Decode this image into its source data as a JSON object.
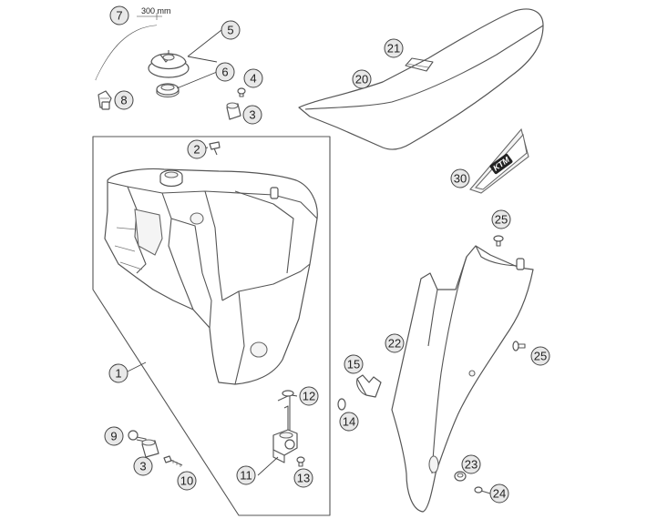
{
  "diagram": {
    "hose_length_label": "300 mm",
    "decal_text": "KTM"
  },
  "callouts": [
    {
      "id": "c7",
      "label": "7"
    },
    {
      "id": "c5",
      "label": "5"
    },
    {
      "id": "c6",
      "label": "6"
    },
    {
      "id": "c4",
      "label": "4"
    },
    {
      "id": "c3a",
      "label": "3"
    },
    {
      "id": "c8",
      "label": "8"
    },
    {
      "id": "c2",
      "label": "2"
    },
    {
      "id": "c1",
      "label": "1"
    },
    {
      "id": "c9",
      "label": "9"
    },
    {
      "id": "c3b",
      "label": "3"
    },
    {
      "id": "c10",
      "label": "10"
    },
    {
      "id": "c12",
      "label": "12"
    },
    {
      "id": "c11",
      "label": "11"
    },
    {
      "id": "c13",
      "label": "13"
    },
    {
      "id": "c21",
      "label": "21"
    },
    {
      "id": "c20",
      "label": "20"
    },
    {
      "id": "c30",
      "label": "30"
    },
    {
      "id": "c25a",
      "label": "25"
    },
    {
      "id": "c22",
      "label": "22"
    },
    {
      "id": "c25b",
      "label": "25"
    },
    {
      "id": "c15",
      "label": "15"
    },
    {
      "id": "c14",
      "label": "14"
    },
    {
      "id": "c23",
      "label": "23"
    },
    {
      "id": "c24",
      "label": "24"
    }
  ]
}
